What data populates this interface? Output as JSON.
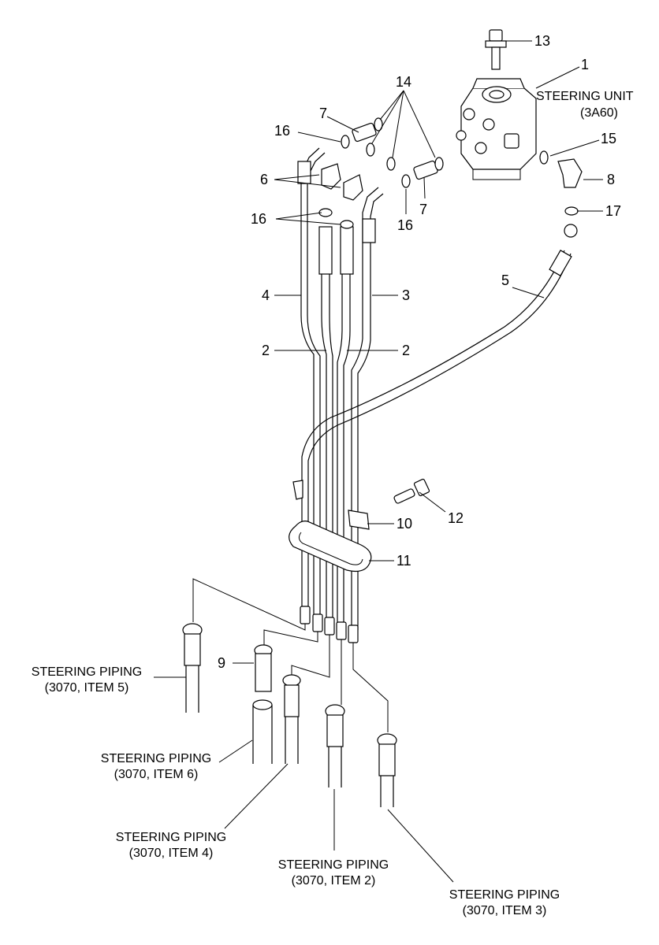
{
  "callouts": {
    "c1": "1",
    "c2a": "2",
    "c2b": "2",
    "c3": "3",
    "c4": "4",
    "c5": "5",
    "c6": "6",
    "c7a": "7",
    "c7b": "7",
    "c8": "8",
    "c9": "9",
    "c10": "10",
    "c11": "11",
    "c12": "12",
    "c13": "13",
    "c14": "14",
    "c15": "15",
    "c16a": "16",
    "c16b": "16",
    "c16c": "16",
    "c17": "17"
  },
  "labels": {
    "steering_unit": "STEERING UNIT",
    "steering_unit_ref": "(3A60)",
    "piping_item5": "STEERING PIPING",
    "piping_item5_ref": "(3070, ITEM 5)",
    "piping_item6": "STEERING PIPING",
    "piping_item6_ref": "(3070, ITEM 6)",
    "piping_item4": "STEERING PIPING",
    "piping_item4_ref": "(3070, ITEM 4)",
    "piping_item2": "STEERING PIPING",
    "piping_item2_ref": "(3070, ITEM 2)",
    "piping_item3": "STEERING PIPING",
    "piping_item3_ref": "(3070, ITEM 3)"
  }
}
